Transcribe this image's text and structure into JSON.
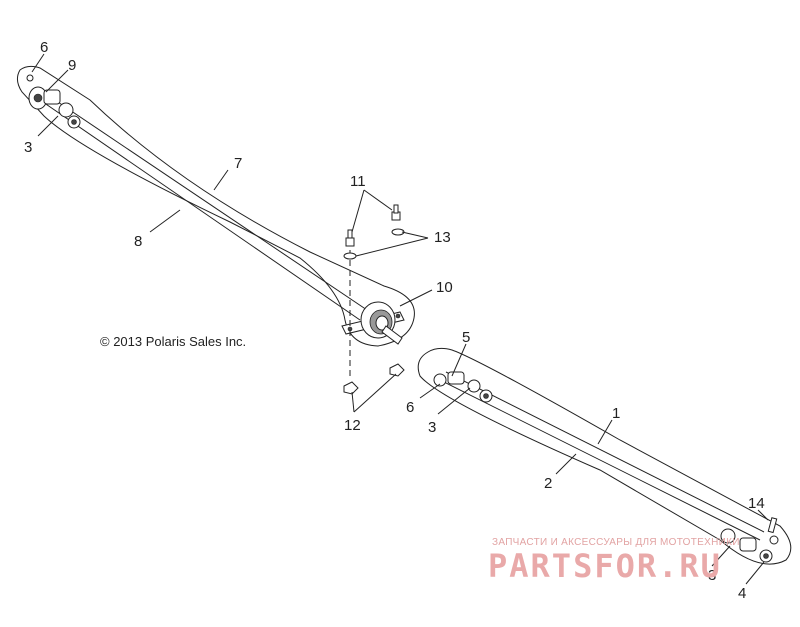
{
  "copyright": "© 2013 Polaris Sales Inc.",
  "callouts": {
    "front_shaft_6": "6",
    "front_shaft_9": "9",
    "front_shaft_3": "3",
    "front_shaft_7": "7",
    "front_shaft_8": "8",
    "bolt_11": "11",
    "washer_13": "13",
    "bearing_10": "10",
    "nut_12": "12",
    "rear_shaft_5": "5",
    "rear_shaft_6": "6",
    "rear_shaft_3": "3",
    "rear_shaft_1": "1",
    "rear_shaft_2": "2",
    "rear_end_14": "14",
    "rear_end_3": "3",
    "rear_end_4": "4"
  },
  "watermark": {
    "subtitle": "ЗАПЧАСТИ И АКСЕССУАРЫ ДЛЯ МОТОТЕХНИКИ",
    "brand": "PARTSFOR.RU",
    "color": "#e9a9a9"
  }
}
